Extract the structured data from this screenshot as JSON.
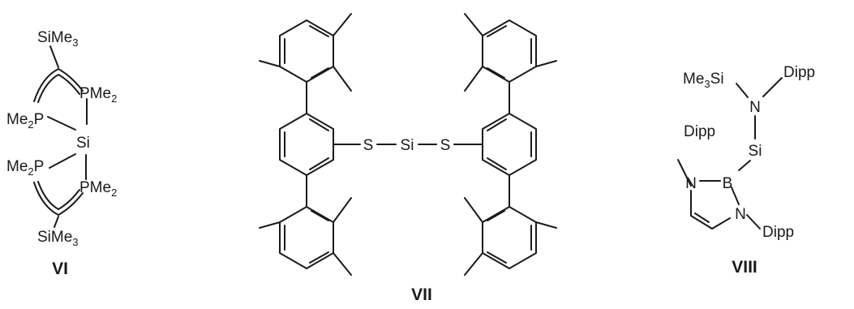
{
  "compounds": [
    {
      "label": "VI",
      "atoms": {
        "sime3_top": [
          "SiMe",
          "3"
        ],
        "pme2_upper_right": [
          "PMe",
          "2"
        ],
        "me2p_upper_left": [
          "Me",
          "2",
          "P"
        ],
        "si_center": "Si",
        "me2p_lower_left": [
          "Me",
          "2",
          "P"
        ],
        "pme2_lower_right": [
          "PMe",
          "2"
        ],
        "sime3_bottom": [
          "SiMe",
          "3"
        ]
      }
    },
    {
      "label": "VII",
      "atoms": {
        "s_left": "S",
        "si_center": "Si",
        "s_right": "S"
      }
    },
    {
      "label": "VIII",
      "atoms": {
        "me3si": [
          "Me",
          "3",
          "Si"
        ],
        "dipp_top": "Dipp",
        "n_amide": "N",
        "si": "Si",
        "dipp_left": "Dipp",
        "n_left": "N",
        "b": "B",
        "n_right": "N",
        "dipp_right": "Dipp"
      }
    }
  ]
}
